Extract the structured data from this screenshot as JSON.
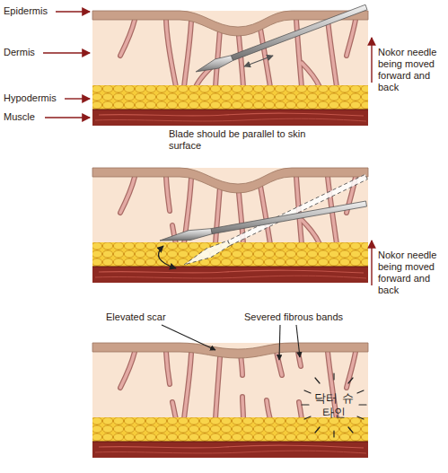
{
  "diagram": {
    "labels": [
      "Epidermis",
      "Dermis",
      "Hypodermis",
      "Muscle",
      "Nokor needle being moved forward and back",
      "Blade should be parallel to skin surface",
      "Nokor needle being moved forward and back",
      "Elevated scar",
      "Severed fibrous bands",
      "닥터 슈타인"
    ]
  }
}
